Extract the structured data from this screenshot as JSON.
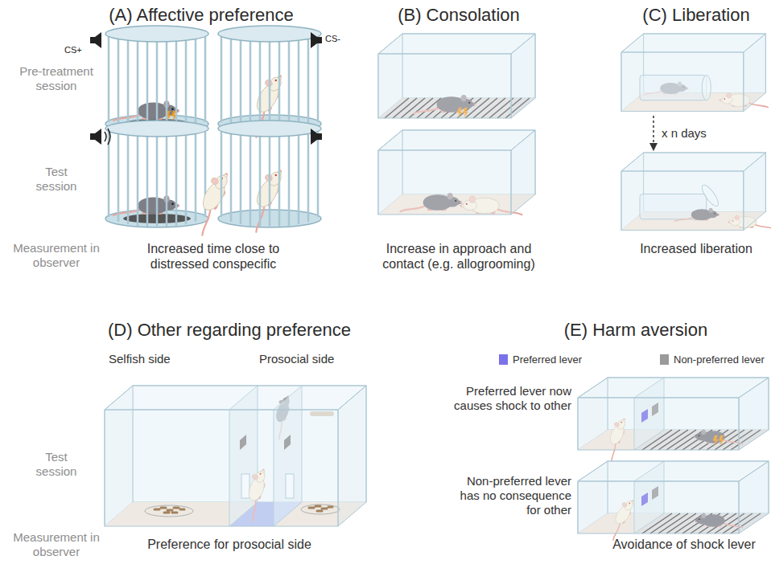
{
  "diagram": {
    "labels": [
      "(A) Affective preference",
      "(B) Consolation",
      "(C) Liberation",
      "Pre-treatment session",
      "Test session",
      "Measurement in observer",
      "CS+",
      "CS-",
      "Increased time close to distressed conspecific",
      "Increase in approach and contact (e.g. allogrooming)",
      "x n days",
      "Increased liberation",
      "(D) Other regarding preference",
      "(E) Harm aversion",
      "Selfish side",
      "Prosocial side",
      "Test session",
      "Measurement in observer",
      "Preference for prosocial side",
      "Preferred lever now causes shock to other",
      "Non-preferred lever has no consequence for other",
      "Avoidance of shock lever"
    ],
    "legend": [
      {
        "text": "Preferred lever",
        "color": "#7b72e9"
      },
      {
        "text": "Non-preferred lever",
        "color": "#9a9a9a"
      }
    ]
  }
}
